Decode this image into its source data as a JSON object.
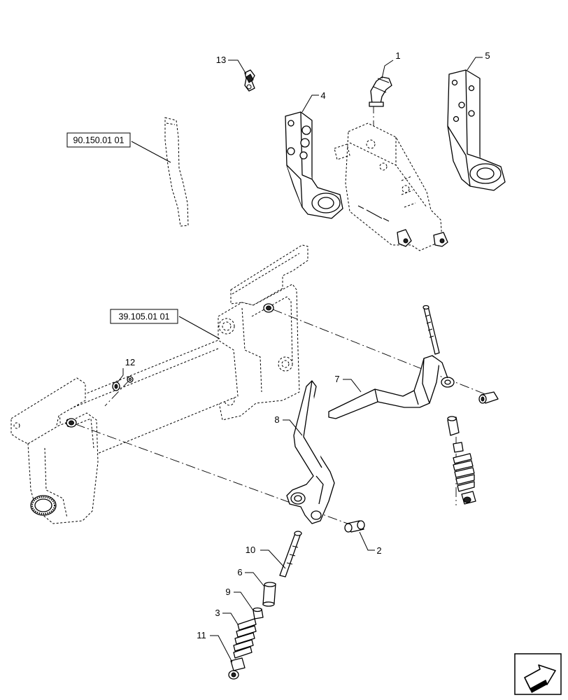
{
  "callouts": {
    "c1": "1",
    "c2": "2",
    "c3": "3",
    "c4": "4",
    "c5": "5",
    "c6": "6",
    "c7": "7",
    "c8": "8",
    "c9": "9",
    "c10": "10",
    "c11": "11",
    "c12": "12",
    "c13": "13"
  },
  "references": {
    "ref_a": "90.150.01 01",
    "ref_b": "39.105.01 01"
  },
  "nav_icon": "next-page-arrow-icon"
}
